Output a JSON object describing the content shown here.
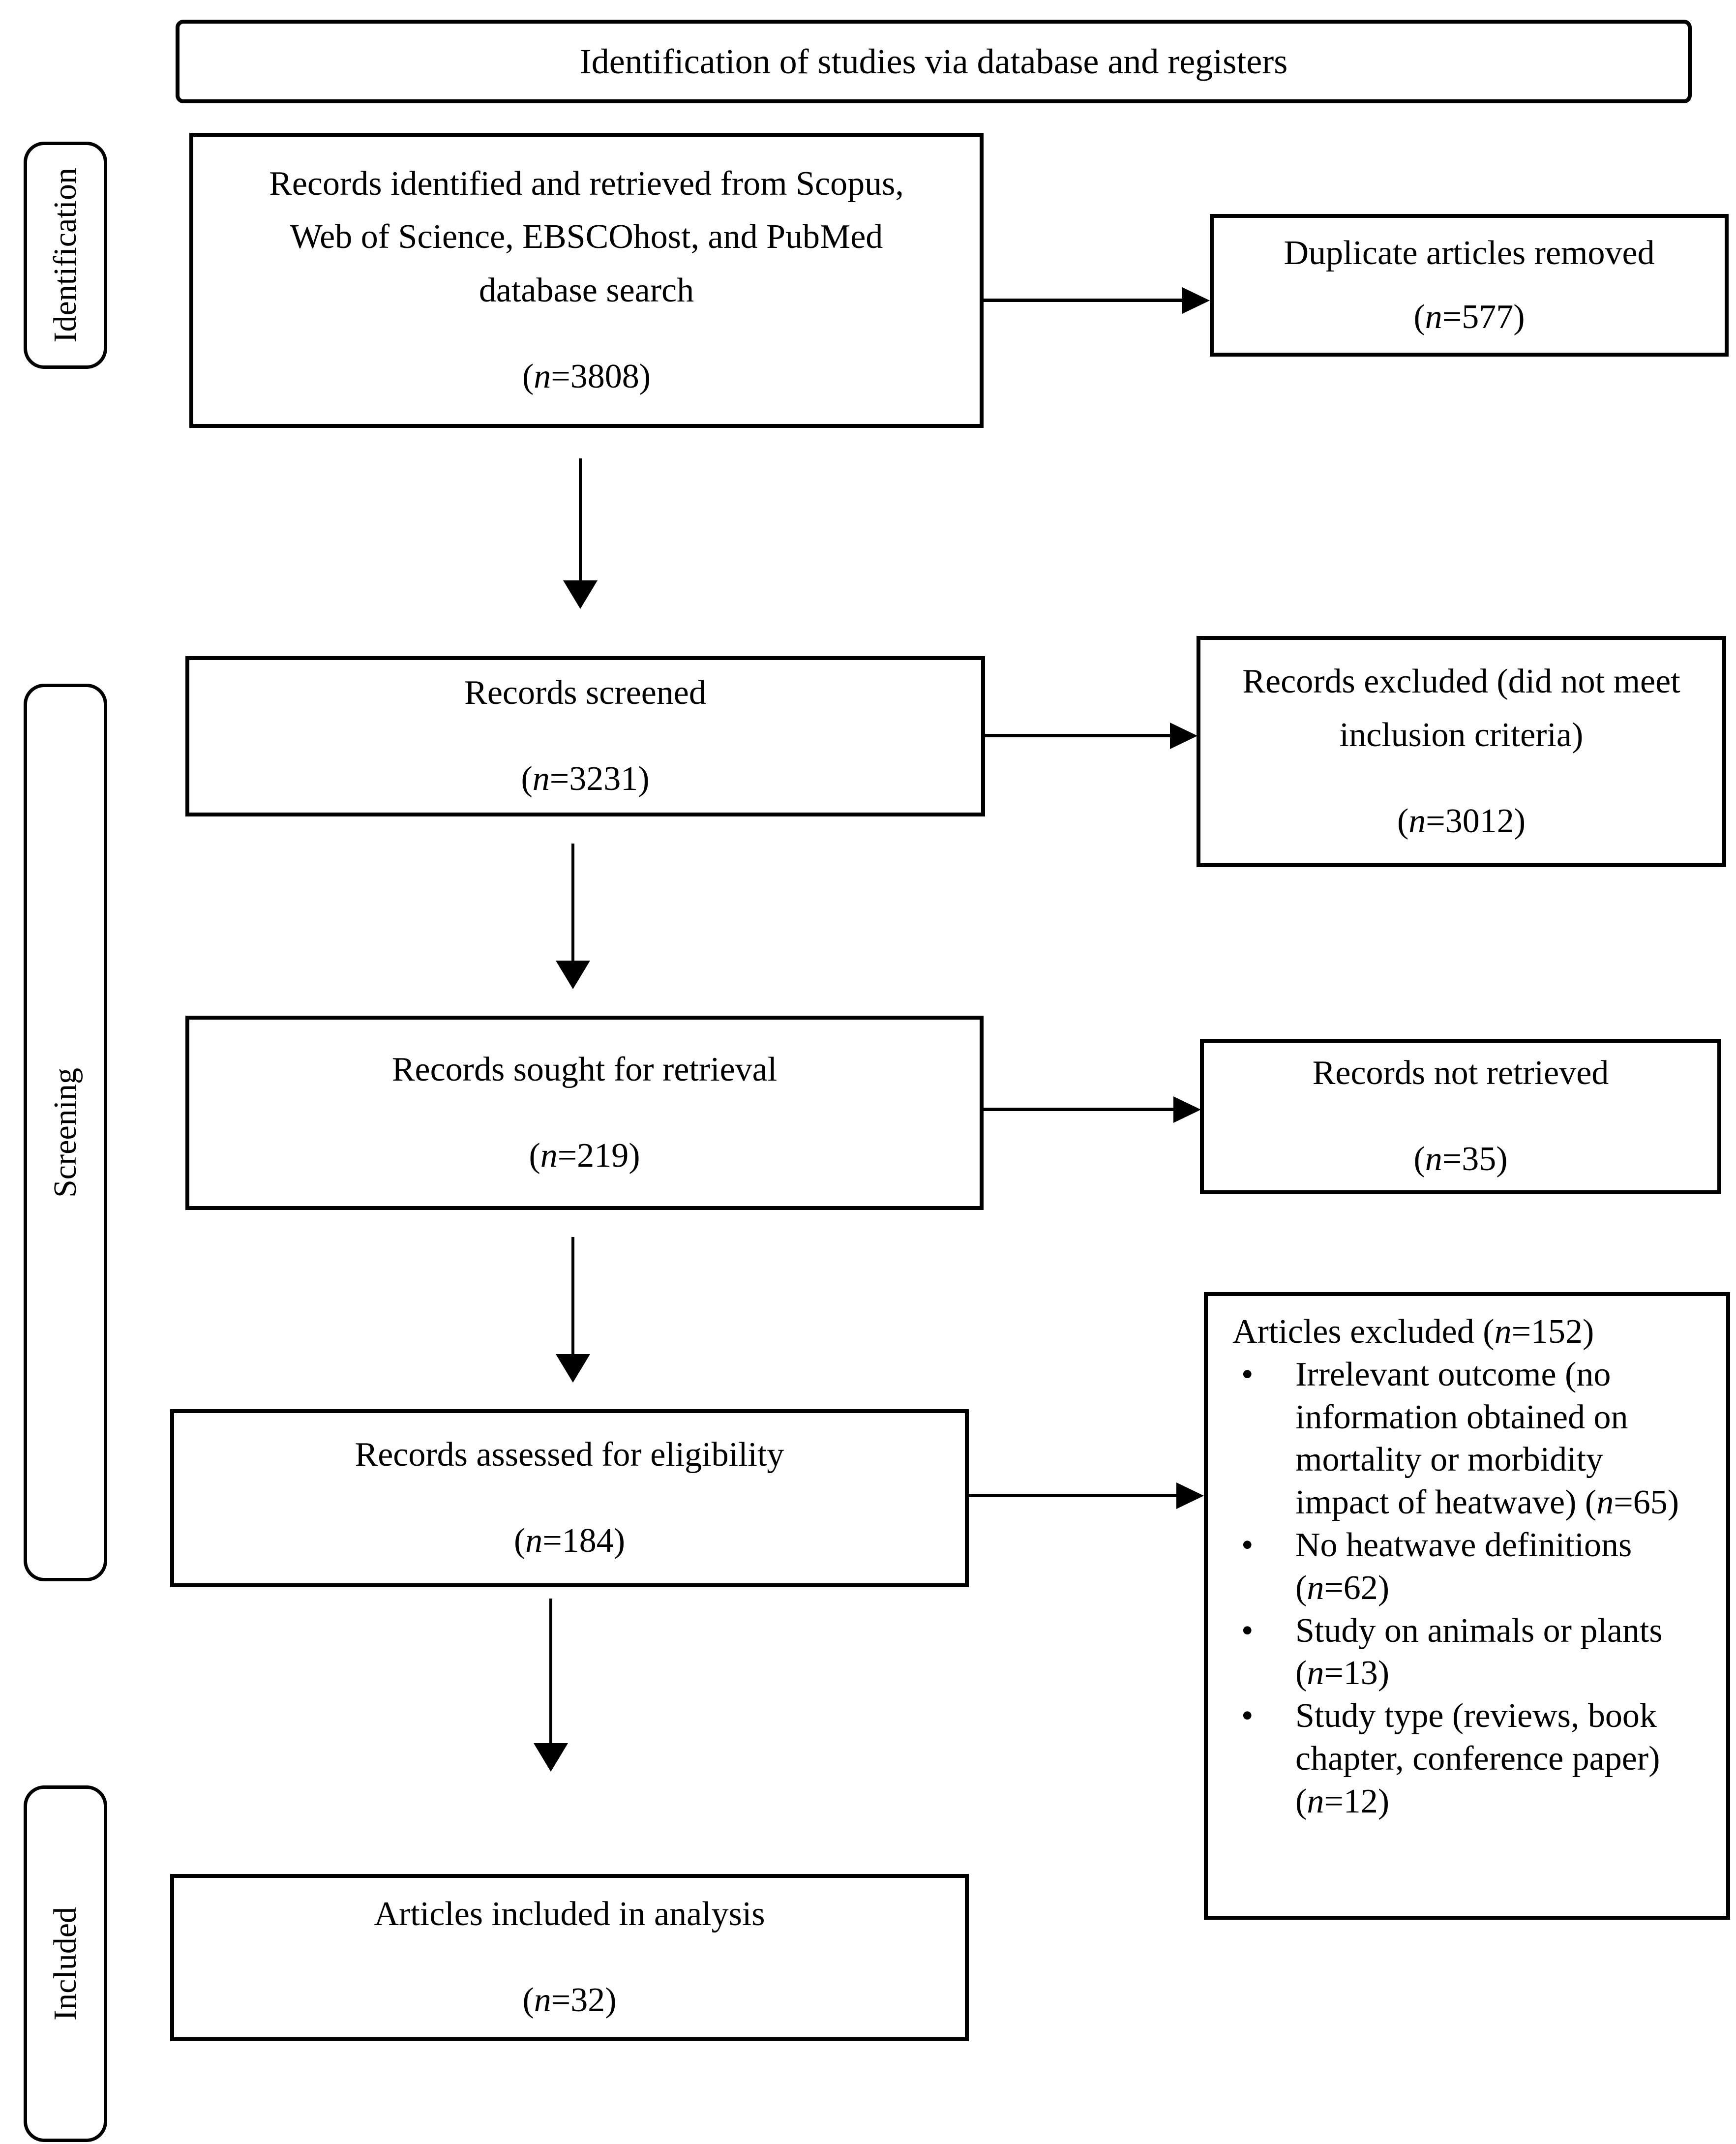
{
  "notation": {
    "open": "(",
    "n": "n",
    "eq": "=",
    "close": ")"
  },
  "bullet_icon": "•",
  "title": "Identification of studies via database and registers",
  "stage_labels": {
    "identification": "Identification",
    "screening": "Screening",
    "included": "Included"
  },
  "boxes": {
    "identified": {
      "label": "Records identified and retrieved from Scopus, Web of Science, EBSCOhost, and PubMed database search",
      "count": "3808"
    },
    "duplicates_removed": {
      "label": "Duplicate articles removed",
      "count": "577"
    },
    "screened": {
      "label": "Records screened",
      "count": "3231"
    },
    "records_excluded": {
      "label": "Records excluded (did not meet inclusion criteria)",
      "count": "3012"
    },
    "sought": {
      "label": "Records sought for retrieval",
      "count": "219"
    },
    "not_retrieved": {
      "label": "Records not retrieved",
      "count": "35"
    },
    "assessed": {
      "label": "Records assessed for eligibility",
      "count": "184"
    },
    "articles_excluded": {
      "label": "Articles excluded",
      "count": "152",
      "reasons": [
        {
          "text": "Irrelevant outcome (no information obtained on mortality or morbidity impact of heatwave)",
          "count": "65"
        },
        {
          "text": "No heatwave definitions",
          "count": "62"
        },
        {
          "text": "Study on animals or plants",
          "count": "13"
        },
        {
          "text": "Study type (reviews, book chapter, conference paper)",
          "count": "12"
        }
      ]
    },
    "included": {
      "label": "Articles included in analysis",
      "count": "32"
    }
  }
}
